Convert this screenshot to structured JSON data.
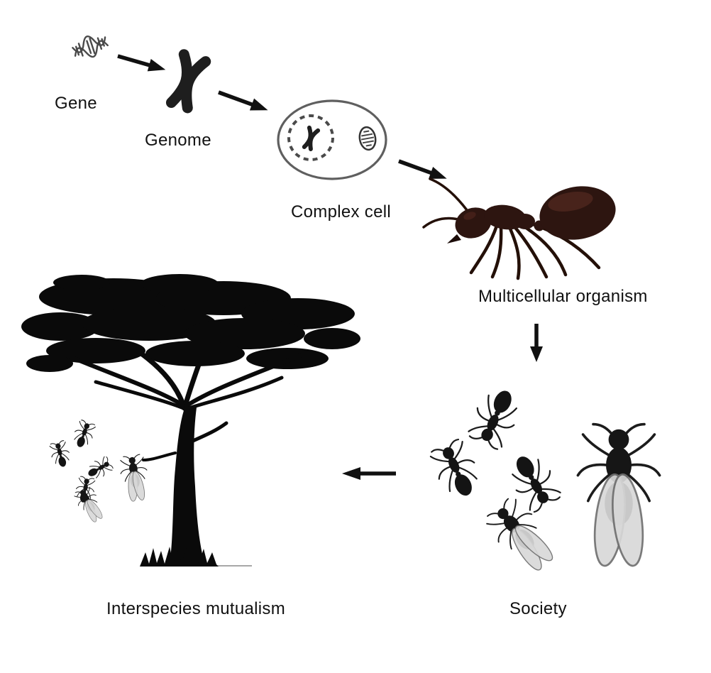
{
  "diagram": {
    "name": "major-evolutionary-transitions",
    "background": "#ffffff",
    "nodes": [
      {
        "id": "gene",
        "label": "Gene",
        "icon": "dna-icon"
      },
      {
        "id": "genome",
        "label": "Genome",
        "icon": "chromosome-icon"
      },
      {
        "id": "complex_cell",
        "label": "Complex cell",
        "icon": "complex-cell-icon"
      },
      {
        "id": "multicellular_organism",
        "label": "Multicellular organism",
        "icon": "ant-icon"
      },
      {
        "id": "society",
        "label": "Society",
        "icon": "ant-colony-icon"
      },
      {
        "id": "interspecies_mutualism",
        "label": "Interspecies mutualism",
        "icon": "acacia-tree-with-ants-icon"
      }
    ],
    "edges": [
      {
        "from": "gene",
        "to": "genome",
        "arrow": "right-down"
      },
      {
        "from": "genome",
        "to": "complex_cell",
        "arrow": "right-down"
      },
      {
        "from": "complex_cell",
        "to": "multicellular_organism",
        "arrow": "right-down"
      },
      {
        "from": "multicellular_organism",
        "to": "society",
        "arrow": "down"
      },
      {
        "from": "society",
        "to": "interspecies_mutualism",
        "arrow": "left"
      }
    ],
    "colors": {
      "text": "#111111",
      "arrow": "#111111",
      "silhouette": "#0a0a0a",
      "ant_body": "#2d1510",
      "wing": "#d8d8d8",
      "cell_outline": "#5f5f5f"
    }
  }
}
